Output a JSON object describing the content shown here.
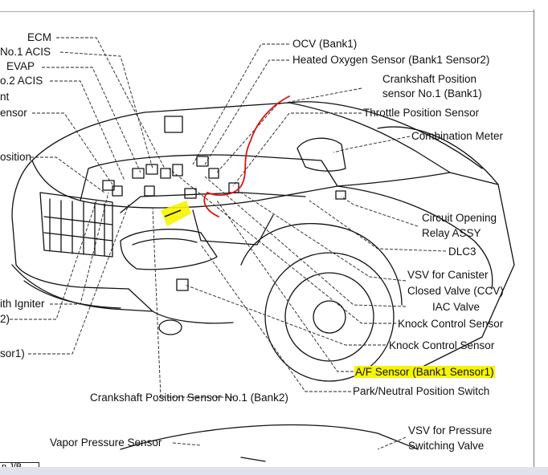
{
  "labels": {
    "ecm": "ECM",
    "acis1": "No.1 ACIS",
    "evap": "EVAP",
    "acis2": "o.2 ACIS",
    "nt": "nt",
    "ensor": "ensor",
    "osition": "osition",
    "igniter": "ith Igniter",
    "two": "2)",
    "sor1": "sor1)",
    "ocv": "OCV (Bank1)",
    "hos": "Heated Oxygen Sensor (Bank1 Sensor2)",
    "cps_a": "Crankshaft Position",
    "cps_b": "sensor No.1 (Bank1)",
    "tps": "Throttle Position Sensor",
    "meter": "Combination Meter",
    "cor_a": "Circuit Opening",
    "cor_b": "Relay ASSY",
    "dlc3": "DLC3",
    "vsv_a": "VSV for Canister",
    "vsv_b": "Closed Valve (CCV)",
    "iac": "IAC Valve",
    "knock1": "Knock Control Sensor",
    "knock2": "Knock Control Sensor",
    "af": "A/F Sensor (Bank1 Sensor1)",
    "pnp": "Park/Neutral Position Switch",
    "cps2": "Crankshaft Position Sensor No.1 (Bank2)",
    "vps": "Vapor Pressure Sensor",
    "vsvp_a": "VSV for Pressure",
    "vsvp_b": "Switching Valve",
    "jb": "n J/B"
  },
  "colors": {
    "highlight": "#f7f400",
    "annotation": "#e01010",
    "line": "#111111"
  }
}
